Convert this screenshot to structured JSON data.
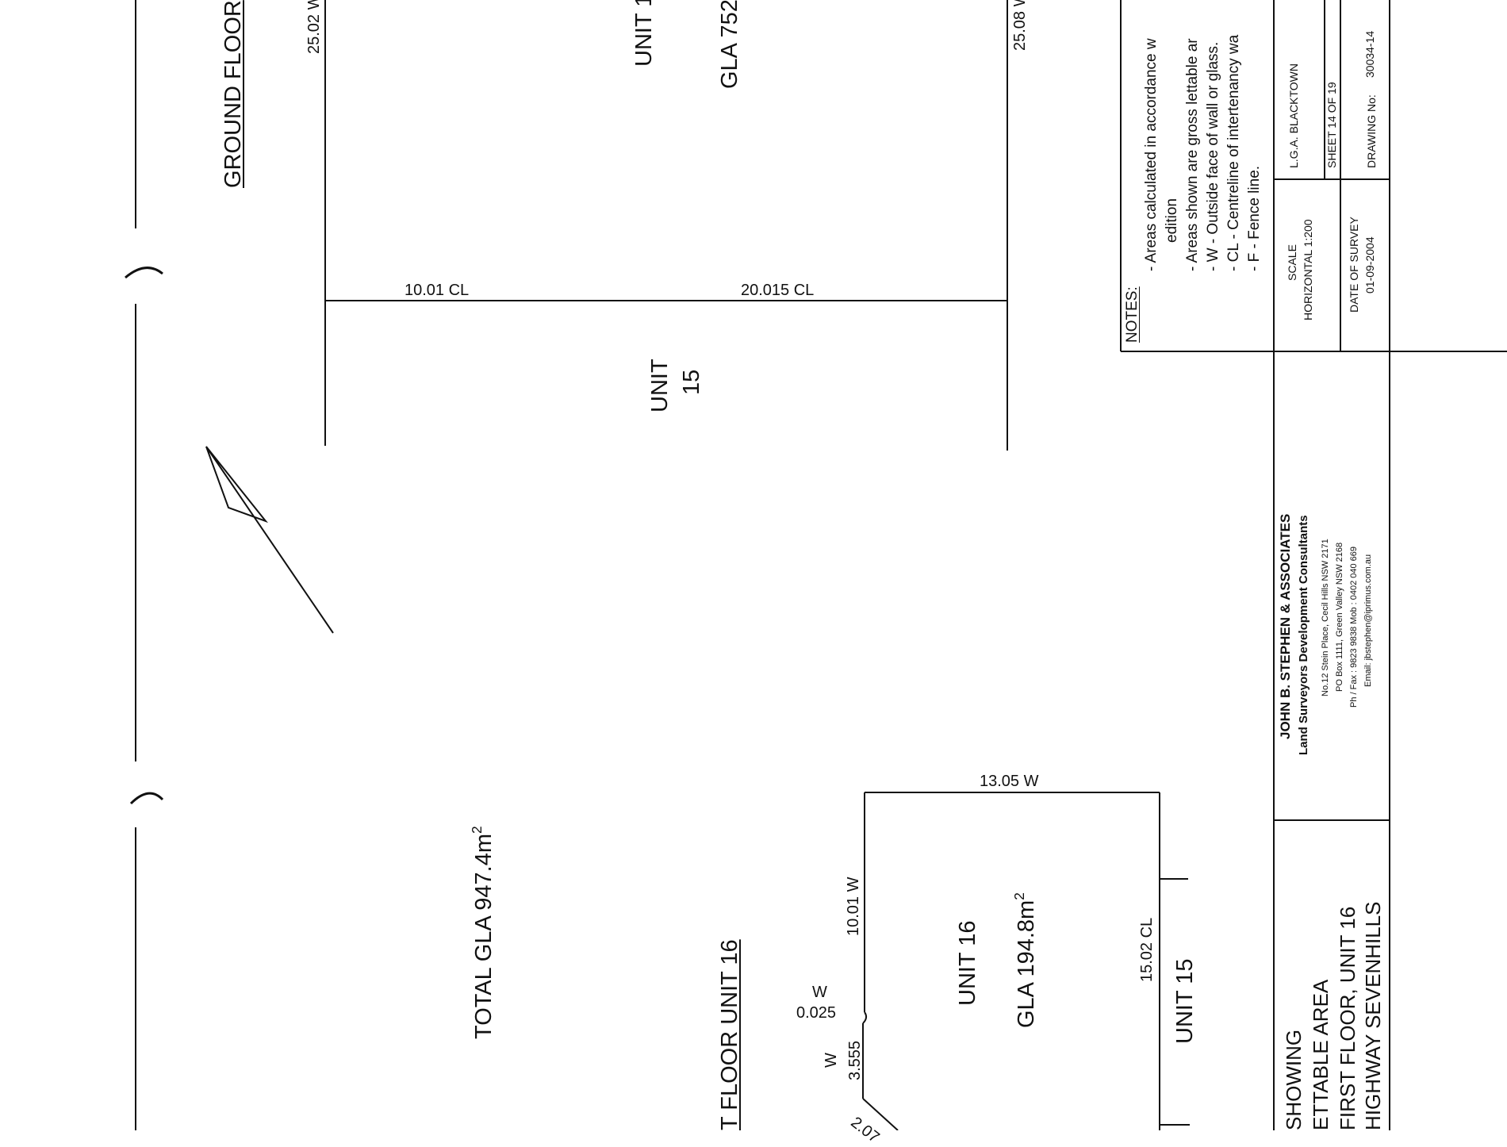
{
  "ground_floor": {
    "heading": "GROUND FLOOR",
    "wall_left": "25.02 W",
    "wall_right": "25.08 W",
    "cl_left": "10.01 CL",
    "cl_right": "20.015 CL",
    "unit_top_label": "UNIT 1",
    "unit_top_gla": "GLA 752",
    "unit15_line1": "UNIT",
    "unit15_line2": "15",
    "total_gla_text": "TOTAL GLA 947.4m",
    "total_gla_sup": "2"
  },
  "first_floor": {
    "heading": "T FLOOR UNIT 16",
    "dim_top": "13.05 W",
    "dim_left": "10.01 W",
    "dim_right": "15.02 CL",
    "unit_label": "UNIT 16",
    "gla_text": "GLA 194.8m",
    "gla_sup": "2",
    "neighbour": "UNIT 15",
    "w_label_1": "W",
    "small_dim_1": "0.025",
    "w_label_2": "W",
    "small_dim_2": "3.555",
    "corner_dim": "2.07"
  },
  "notes": {
    "title": "NOTES:",
    "lines": [
      "- Areas calculated in accordance w",
      "edition",
      "- Areas shown are gross lettable ar",
      "- W - Outside face of wall or glass.",
      "- CL - Centreline of intertenancy wa",
      "- F - Fence line."
    ]
  },
  "title_block": {
    "scale_label": "SCALE",
    "scale_value": "HORIZONTAL  1:200",
    "date_label": "DATE OF SURVEY",
    "date_value": "01-09-2004",
    "lga": "L.G.A.  BLACKTOWN",
    "sheet": "SHEET 14 OF 19",
    "drawing_label": "DRAWING No:",
    "drawing_number": "30034-14",
    "firm_name": "JOHN B. STEPHEN & ASSOCIATES",
    "firm_sub": "Land Surveyors   Development Consultants",
    "addr1": "No.12 Stein Place, Cecil Hills NSW 2171",
    "addr2": "PO Box 1111, Green Valley NSW 2168",
    "phone": "Ph / Fax : 9823 9838   Mob : 0402 040 669",
    "email": "Email:  jbstephen@iprimus.com.au",
    "plan_title": [
      "SHOWING",
      "ETTABLE AREA",
      "FIRST FLOOR, UNIT 16",
      "HIGHWAY SEVENHILLS"
    ]
  }
}
